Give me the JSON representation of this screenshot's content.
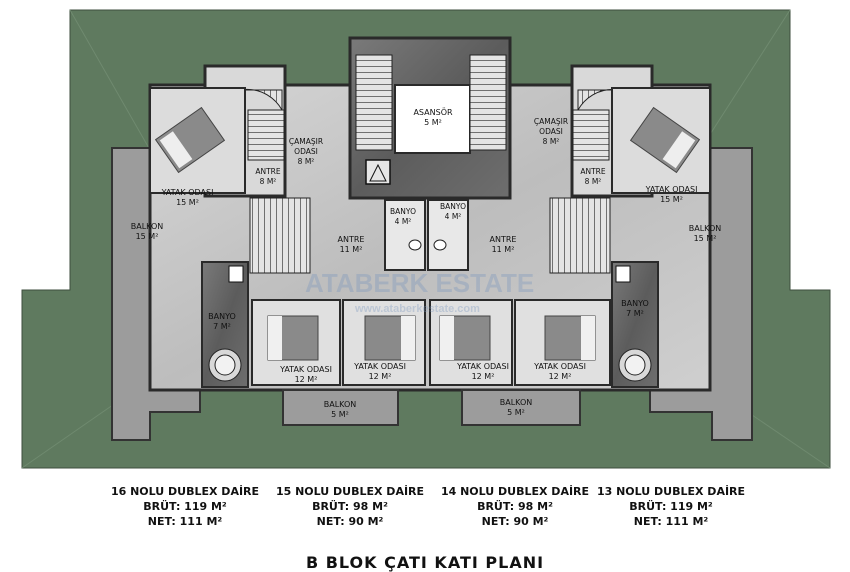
{
  "rooms": {
    "asansor": {
      "name": "ASANSÖR",
      "area": "5 M²"
    },
    "camasir_left": {
      "name": "ÇAMAŞIR\nODASI",
      "area": "8 M²"
    },
    "camasir_right": {
      "name": "ÇAMAŞIR\nODASI",
      "area": "8 M²"
    },
    "antre_left_top": {
      "name": "ANTRE",
      "area": "8 M²"
    },
    "antre_right_top": {
      "name": "ANTRE",
      "area": "8 M²"
    },
    "yatak_left_top": {
      "name": "YATAK ODASI",
      "area": "15 M²"
    },
    "yatak_right_top": {
      "name": "YATAK ODASI",
      "area": "15 M²"
    },
    "balkon_left": {
      "name": "BALKON",
      "area": "15 M²"
    },
    "balkon_right": {
      "name": "BALKON",
      "area": "15 M²"
    },
    "banyo_center_left": {
      "name": "BANYO",
      "area": "4 M²"
    },
    "banyo_center_right": {
      "name": "BANYO",
      "area": "4 M²"
    },
    "antre_center_left": {
      "name": "ANTRE",
      "area": "11 M²"
    },
    "antre_center_right": {
      "name": "ANTRE",
      "area": "11 M²"
    },
    "banyo_left": {
      "name": "BANYO",
      "area": "7 M²"
    },
    "banyo_right": {
      "name": "BANYO",
      "area": "7 M²"
    },
    "yatak_1": {
      "name": "YATAK ODASI",
      "area": "12 M²"
    },
    "yatak_2": {
      "name": "YATAK ODASI",
      "area": "12 M²"
    },
    "yatak_3": {
      "name": "YATAK ODASI",
      "area": "12 M²"
    },
    "yatak_4": {
      "name": "YATAK ODASI",
      "area": "12 M²"
    },
    "balkon_bottom_left": {
      "name": "BALKON",
      "area": "5 M²"
    },
    "balkon_bottom_right": {
      "name": "BALKON",
      "area": "5 M²"
    }
  },
  "watermark": {
    "brand": "ATABERK ESTATE",
    "url": "www.ataberkestate.com"
  },
  "units": [
    {
      "title": "16 NOLU DUBLEX DAİRE",
      "brut": "BRÜT: 119 M²",
      "net": "NET: 111 M²"
    },
    {
      "title": "15 NOLU DUBLEX DAİRE",
      "brut": "BRÜT: 98 M²",
      "net": "NET: 90 M²"
    },
    {
      "title": "14 NOLU DUBLEX DAİRE",
      "brut": "BRÜT: 98 M²",
      "net": "NET: 90 M²"
    },
    {
      "title": "13 NOLU DUBLEX DAİRE",
      "brut": "BRÜT: 119 M²",
      "net": "NET: 111 M²"
    }
  ],
  "plan_title": "B BLOK ÇATI KATI PLANI",
  "colors": {
    "roof": "#5f7a5f",
    "floor": "#c9c9c9",
    "wall": "#2a2a2a",
    "balcony": "#9a9a9a"
  }
}
